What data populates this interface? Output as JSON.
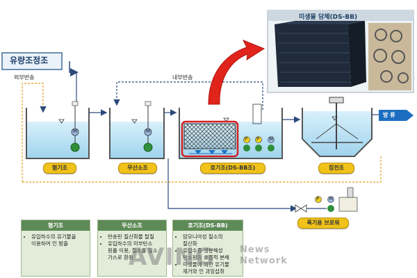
{
  "title_box": "유량조정조",
  "recycle_external": "외부반송",
  "recycle_internal": "내부반송",
  "media_caption": "미생물 담체(DS-BB)",
  "effluent_label": "방 류",
  "tanks": [
    {
      "label": "혐기조"
    },
    {
      "label": "무산소조"
    },
    {
      "label": "호기조(DS-BB조)"
    },
    {
      "label": "침전조"
    }
  ],
  "blower_label": "폭기용 브로워",
  "pump_letters": {
    "mixer": "M",
    "pump": "P"
  },
  "boxes": [
    {
      "title": "혐기조",
      "items": [
        "유입하수의 유기물을",
        "이용하여 인 방출"
      ]
    },
    {
      "title": "무산소조",
      "items": [
        "반송된 질산화물 탈질",
        "유입하수의 미부탄소",
        "원를 이용, 질소를 질소",
        "가스로 환원"
      ]
    },
    {
      "title": "호기조(DS-BB)",
      "items": [
        "암모니아성 질소의",
        "질산화",
        "유입수중 생분해성",
        "탄소원의 호흡적 분해",
        "미생물에 의한 유기물",
        "제거와 인 과잉섭취"
      ]
    }
  ],
  "watermark": {
    "line1": "AVING",
    "line2": "News",
    "line3": "Network"
  },
  "colors": {
    "water": "#bfe3f4",
    "accent_arrow": "#e0241c",
    "label": "#f0c21a",
    "box_header": "#5e8a57"
  }
}
